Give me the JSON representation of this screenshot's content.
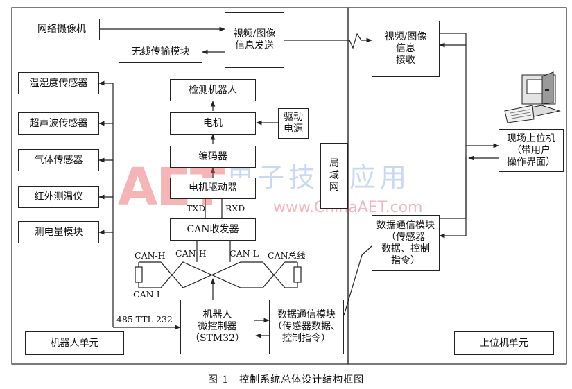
{
  "boxes": {
    "camera": "网络摄像机",
    "video_send": "视频/图像\n信息发送",
    "wireless": "无线传输模块",
    "temp_humid": "温湿度传感器",
    "ultrasonic": "超声波传感器",
    "gas": "气体传感器",
    "infrared": "红外测温仪",
    "power_meter": "测电量模块",
    "robot": "检测机器人",
    "motor": "电机",
    "drive_power": "驱动\n电源",
    "encoder": "编码器",
    "motor_driver": "电机驱动器",
    "can_transceiver": "CAN收发器",
    "mcu": "机器人\n微控制器\n（STM32）",
    "data_comm_robot": "数据通信模块\n（传感器数据、\n控制指令）",
    "robot_unit": "机器人单元",
    "lan": "局\n域\n网",
    "video_recv": "视频/图像\n信息\n接收",
    "data_comm_host": "数据通信模块\n（传感器\n数据、控制\n指令）",
    "host_pc": "现场上位机\n（带用户\n操作界面）",
    "host_unit": "上位机单元"
  },
  "labels": {
    "txd": "TXD",
    "rxd": "RXD",
    "can_h_left": "CAN-H",
    "can_h_mid": "CAN-H",
    "can_l_mid": "CAN-L",
    "can_bus": "CAN总线",
    "can_l_left": "CAN-L",
    "serial": "485-TTL-232"
  },
  "watermark": {
    "aet": "AET",
    "cn": "电子技术应用",
    "url": "www.ChinaAET.com"
  },
  "caption": "图 1　控制系统总体设计结构框图"
}
